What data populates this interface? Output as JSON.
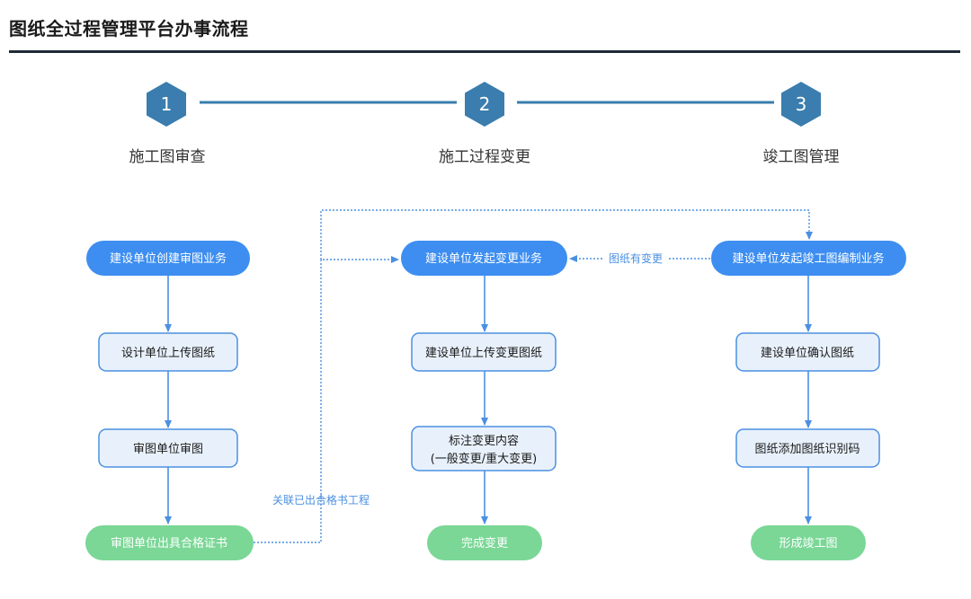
{
  "page": {
    "title": "图纸全过程管理平台办事流程"
  },
  "colors": {
    "blue_fill": "#3d8ef0",
    "light_fill": "#e8f1fb",
    "light_border": "#4a90e2",
    "green_fill": "#7ad796",
    "hexagon": "#3a7dae",
    "stage_line": "#3a7dae",
    "arrow": "#4a90e2",
    "label_text": "#4a90e2"
  },
  "stages": [
    {
      "number": "1",
      "label": "施工图审查"
    },
    {
      "number": "2",
      "label": "施工过程变更"
    },
    {
      "number": "3",
      "label": "竣工图管理"
    }
  ],
  "columns": [
    {
      "steps": [
        {
          "label": "建设单位创建审图业务",
          "style": "blue"
        },
        {
          "label": "设计单位上传图纸",
          "style": "light"
        },
        {
          "label": "审图单位审图",
          "style": "light"
        },
        {
          "label": "审图单位出具合格证书",
          "style": "green"
        }
      ]
    },
    {
      "steps": [
        {
          "label": "建设单位发起变更业务",
          "style": "blue"
        },
        {
          "label": "建设单位上传变更图纸",
          "style": "light"
        },
        {
          "label": "标注变更内容",
          "label2": "(一般变更/重大变更)",
          "style": "light"
        },
        {
          "label": "完成变更",
          "style": "green"
        }
      ]
    },
    {
      "steps": [
        {
          "label": "建设单位发起竣工图编制业务",
          "style": "blue"
        },
        {
          "label": "建设单位确认图纸",
          "style": "light"
        },
        {
          "label": "图纸添加图纸识别码",
          "style": "light"
        },
        {
          "label": "形成竣工图",
          "style": "green"
        }
      ]
    }
  ],
  "connector_labels": {
    "drawing_changed": "图纸有变更",
    "link_certified_project": "关联已出合格书工程"
  }
}
